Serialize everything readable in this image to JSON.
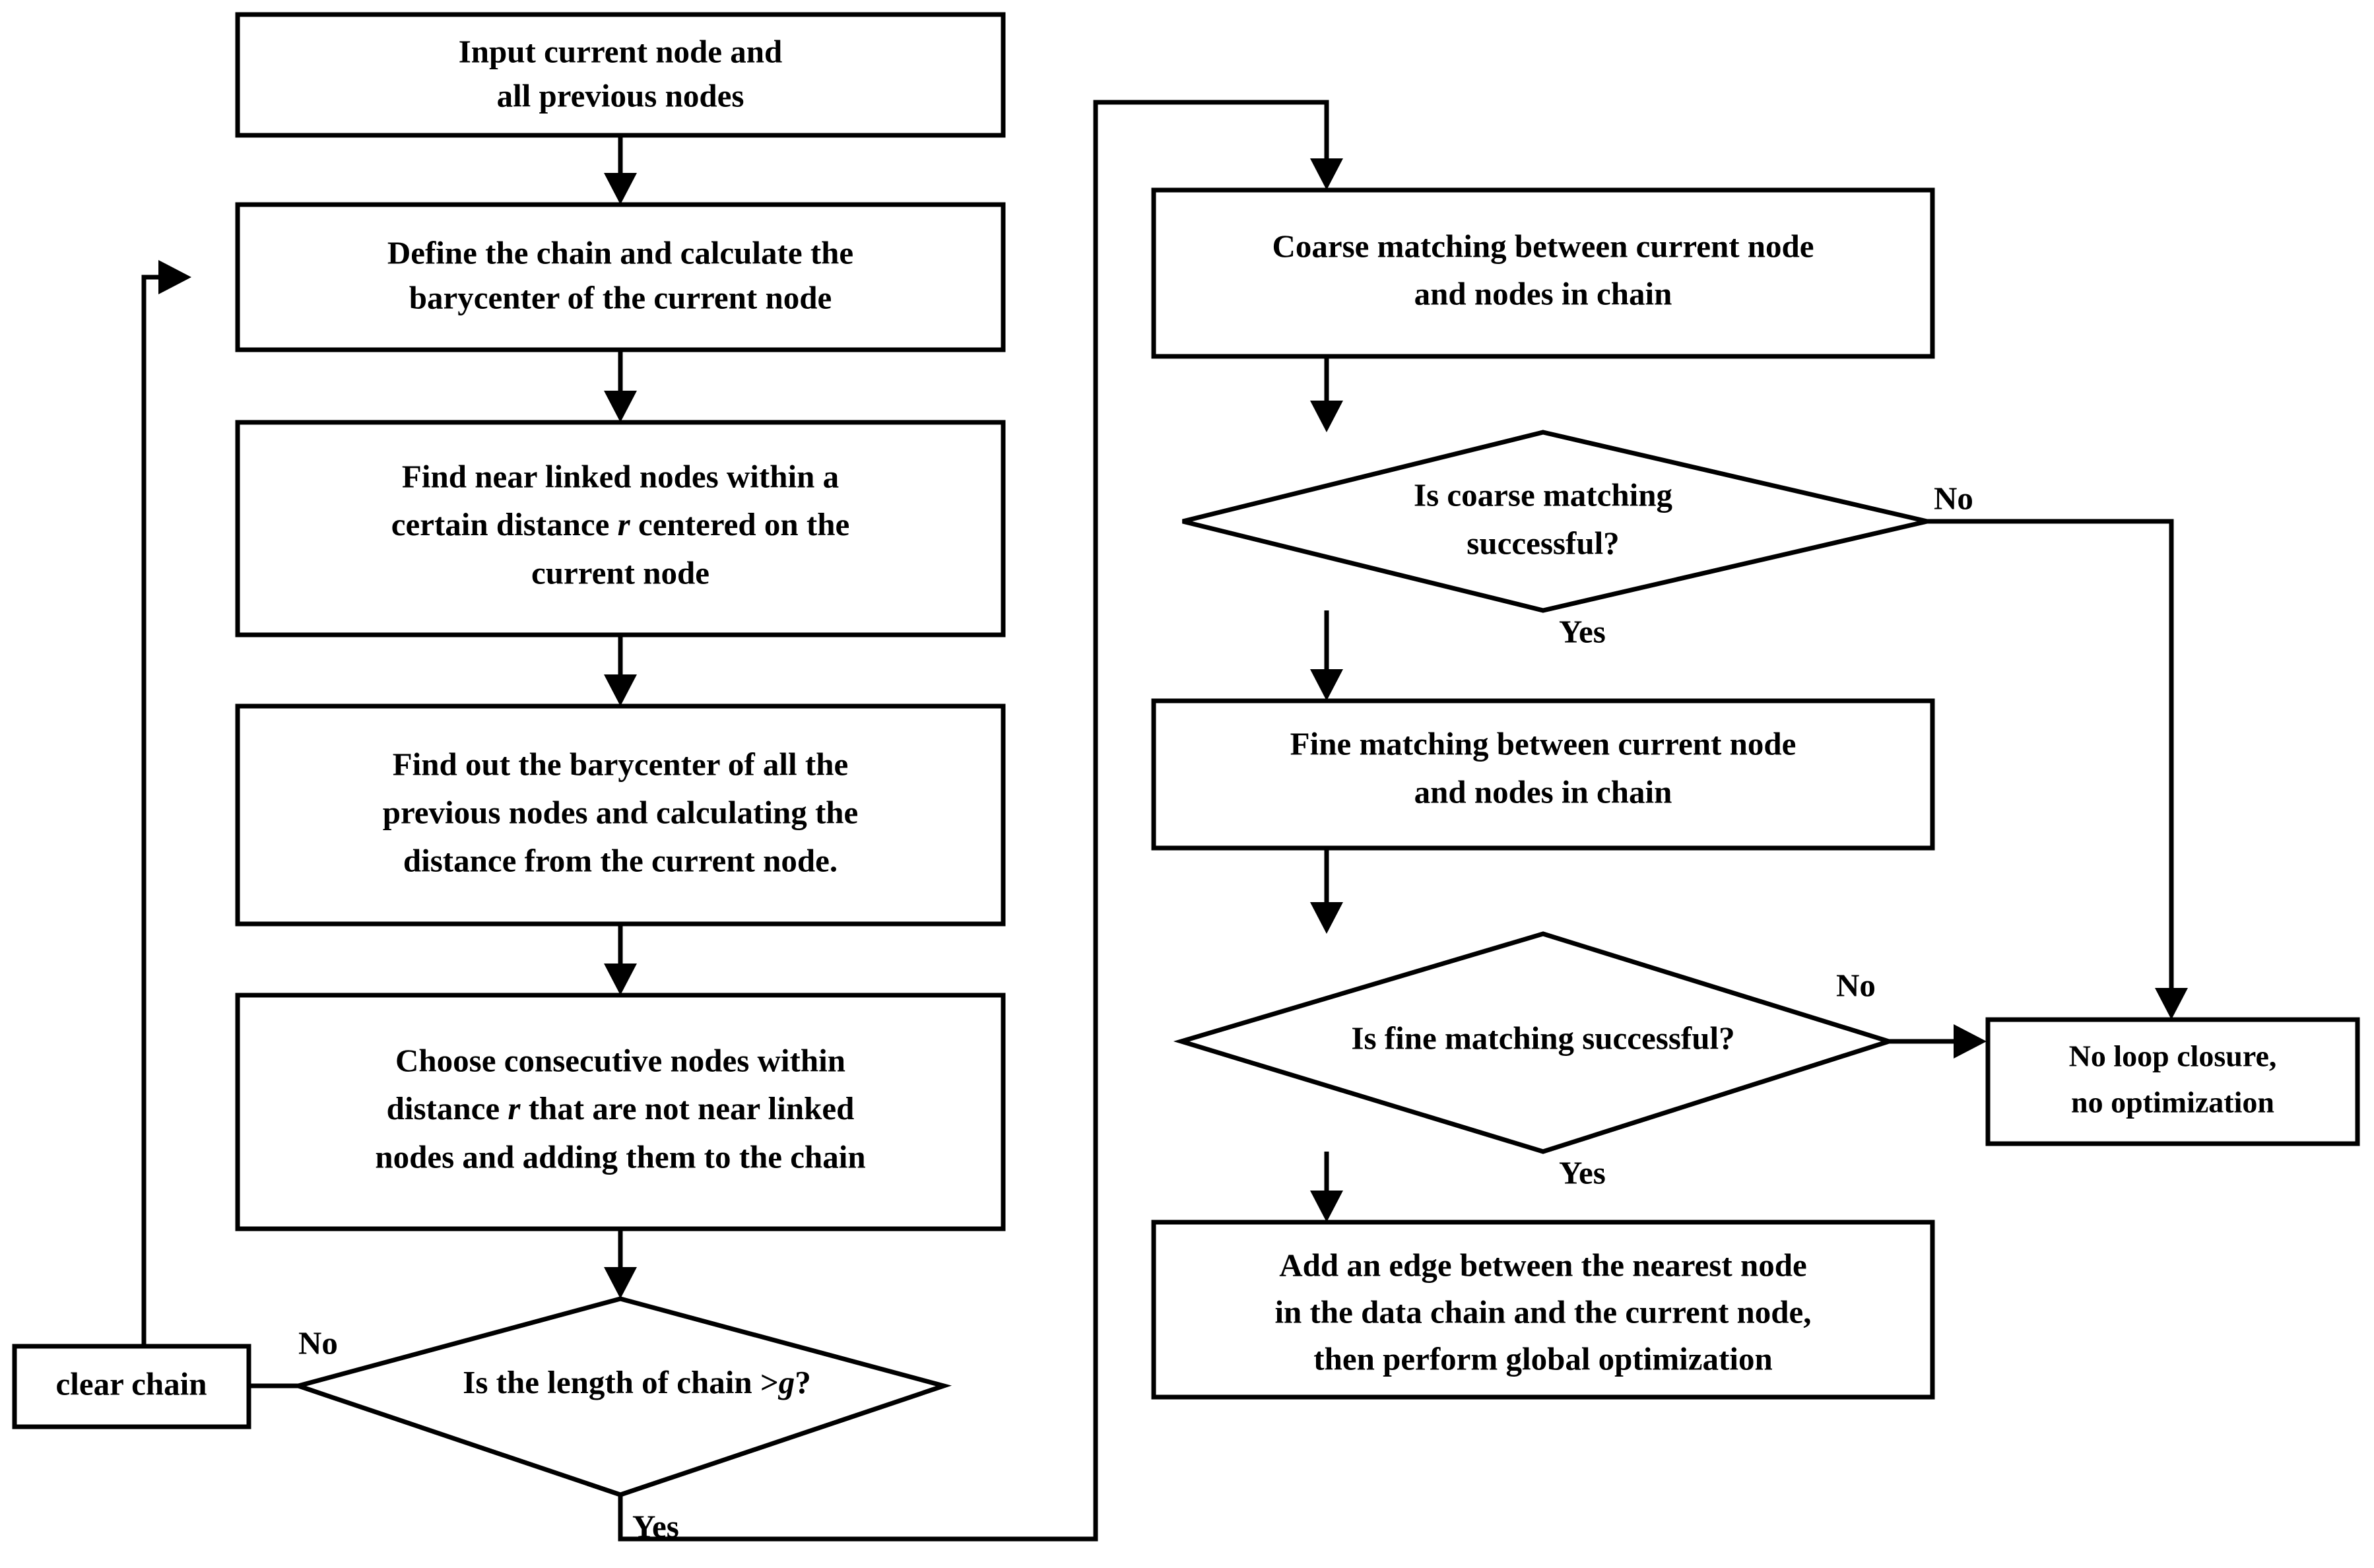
{
  "diagram": {
    "type": "flowchart",
    "title": "Loop closure detection flowchart",
    "nodes": {
      "input": {
        "shape": "rectangle",
        "lines": [
          "Input current node and",
          "all previous nodes"
        ]
      },
      "define_chain": {
        "shape": "rectangle",
        "lines": [
          "Define the chain and calculate the",
          "barycenter of the current node"
        ]
      },
      "find_near_linked": {
        "shape": "rectangle",
        "lines_pre": [
          "Find near linked nodes within a",
          "certain distance ",
          "current node"
        ],
        "line1": "Find near linked nodes within a",
        "line2a": "certain distance ",
        "line2_italic": "r",
        "line2b": " centered on the",
        "line3": "current node"
      },
      "find_barycenter": {
        "shape": "rectangle",
        "lines": [
          "Find out the barycenter of all the",
          "previous nodes and calculating the",
          "distance from the current node."
        ]
      },
      "choose_consecutive": {
        "shape": "rectangle",
        "line1": "Choose consecutive nodes within",
        "line2a": "distance ",
        "line2_italic": "r",
        "line2b": " that are not near linked",
        "line3": "nodes and adding them to the chain"
      },
      "length_check": {
        "shape": "diamond",
        "line1a": "Is the length of chain >",
        "line1_italic": "g",
        "line1b": "?"
      },
      "clear_chain": {
        "shape": "rectangle",
        "lines": [
          "clear chain"
        ]
      },
      "coarse_matching": {
        "shape": "rectangle",
        "lines": [
          "Coarse matching between current node",
          "and nodes in chain"
        ]
      },
      "coarse_check": {
        "shape": "diamond",
        "lines": [
          "Is coarse matching",
          "successful?"
        ]
      },
      "fine_matching": {
        "shape": "rectangle",
        "lines": [
          "Fine matching between current node",
          "and nodes in chain"
        ]
      },
      "fine_check": {
        "shape": "diamond",
        "lines": [
          "Is fine matching successful?"
        ]
      },
      "no_loop": {
        "shape": "rectangle",
        "lines": [
          "No loop closure,",
          "no optimization"
        ]
      },
      "add_edge": {
        "shape": "rectangle",
        "lines": [
          "Add an edge between the nearest node",
          "in the data chain and the current node,",
          "then perform global optimization"
        ]
      }
    },
    "edge_labels": {
      "length_no": "No",
      "length_yes": "Yes",
      "coarse_no": "No",
      "coarse_yes": "Yes",
      "fine_no": "No",
      "fine_yes": "Yes"
    },
    "colors": {
      "stroke": "#000000",
      "fill": "#ffffff",
      "text": "#000000"
    }
  }
}
